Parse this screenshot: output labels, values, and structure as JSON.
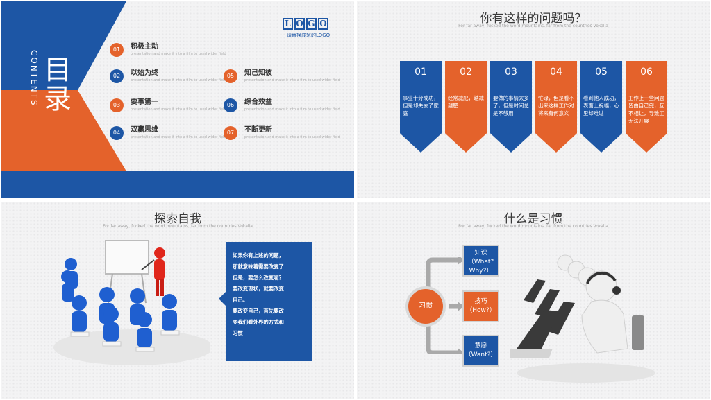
{
  "panel1": {
    "title_cn": "目录",
    "title_en": "CONTENTS",
    "logo_letters": [
      "L",
      "O",
      "G",
      "O"
    ],
    "logo_sub": "请替换成您的LOGO",
    "items": [
      {
        "num": "01",
        "title": "积极主动",
        "sub": "presentation and make it into a film to used wider field"
      },
      {
        "num": "02",
        "title": "以始为终",
        "sub": "presentation and make it into a film to used wider field"
      },
      {
        "num": "03",
        "title": "要事第一",
        "sub": "presentation and make it into a film to used wider field"
      },
      {
        "num": "04",
        "title": "双赢思维",
        "sub": "presentation and make it into a film to used wider field"
      },
      {
        "num": "05",
        "title": "知己知彼",
        "sub": "presentation and make it into a film to used wider field"
      },
      {
        "num": "06",
        "title": "综合效益",
        "sub": "presentation and make it into a film to used wider field"
      },
      {
        "num": "07",
        "title": "不断更新",
        "sub": "presentation and make it into a film to used wider field"
      }
    ]
  },
  "panel2": {
    "title": "你有这样的问题吗？",
    "subtitle": "For far away, fucked the word mountains, far from the countries Vokalia",
    "cards": [
      {
        "num": "01",
        "text": "事业十分成功，但是却失去了家庭"
      },
      {
        "num": "02",
        "text": "经常减肥，越减越肥"
      },
      {
        "num": "03",
        "text": "要做的事情太多了，但是时间总是不够用"
      },
      {
        "num": "04",
        "text": "忙碌，但是看不出来这样工作对将来有何意义"
      },
      {
        "num": "05",
        "text": "看到他人成功，表面上祝福，心里却难过"
      },
      {
        "num": "06",
        "text": "工作上一些问题皆由自己兜，互不相让，导致工无法开展"
      }
    ]
  },
  "panel3": {
    "title": "探索自我",
    "subtitle": "For far away, fucked the word mountains, far from the countries Vokalia",
    "text_lines": [
      "如果你有上述的问题，",
      "那就意味着需要改变了",
      "但是，要怎么改变呢？",
      "要改变现状，就要改变",
      "自己。",
      "要改变自己，首先要改",
      "变我们看外界的方式和",
      "习惯"
    ]
  },
  "panel4": {
    "title": "什么是习惯",
    "subtitle": "For far away, fucked the word mountains, far from the countries Vokalia",
    "center": "习惯",
    "boxes": [
      {
        "l1": "知识",
        "l2": "（What?",
        "l3": "Why?）"
      },
      {
        "l1": "技巧",
        "l2": "（How?）",
        "l3": ""
      },
      {
        "l1": "意愿",
        "l2": "（Want?）",
        "l3": ""
      }
    ]
  },
  "colors": {
    "blue": "#1d56a5",
    "orange": "#e4622b"
  }
}
